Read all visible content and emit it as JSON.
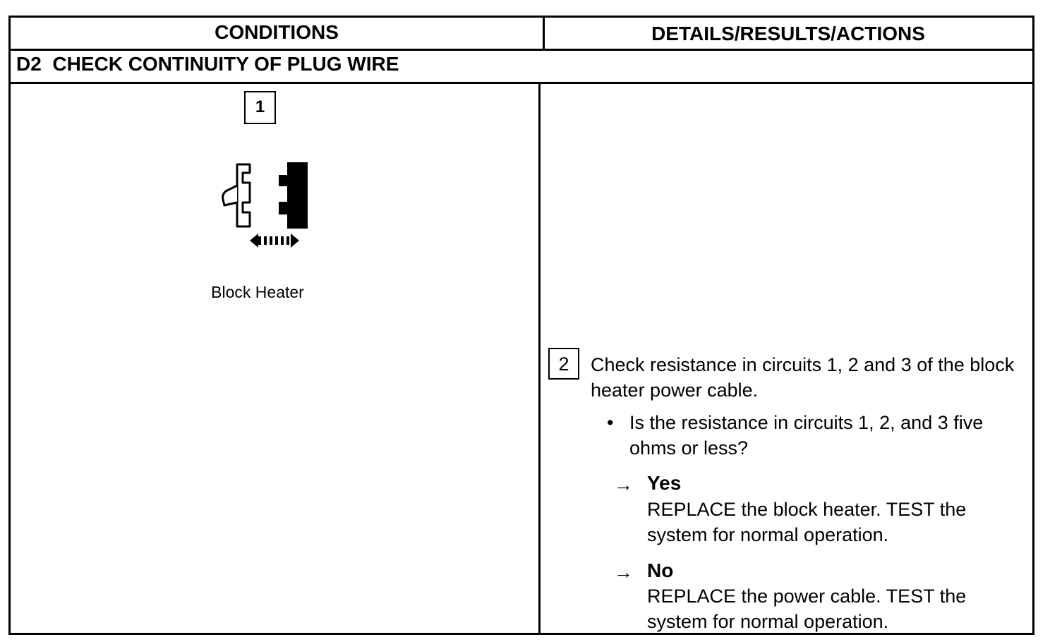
{
  "header": {
    "conditions": "CONDITIONS",
    "details": "DETAILS/RESULTS/ACTIONS"
  },
  "step": {
    "title": "D2  CHECK CONTINUITY OF PLUG WIRE"
  },
  "condition_1": {
    "number": "1",
    "icon": "connector-disconnect-icon",
    "caption": "Block Heater"
  },
  "detail_2": {
    "number": "2",
    "instruction": "Check resistance in circuits 1, 2 and 3 of the block heater power cable.",
    "bullet_symbol": "•",
    "question": "Is the resistance in circuits 1, 2, and 3 five ohms or less?",
    "arrow_symbol": "→",
    "yes_label": "Yes",
    "yes_action": "REPLACE the block heater. TEST the system for normal operation.",
    "no_label": "No",
    "no_action": "REPLACE the power cable. TEST the system for normal operation."
  }
}
